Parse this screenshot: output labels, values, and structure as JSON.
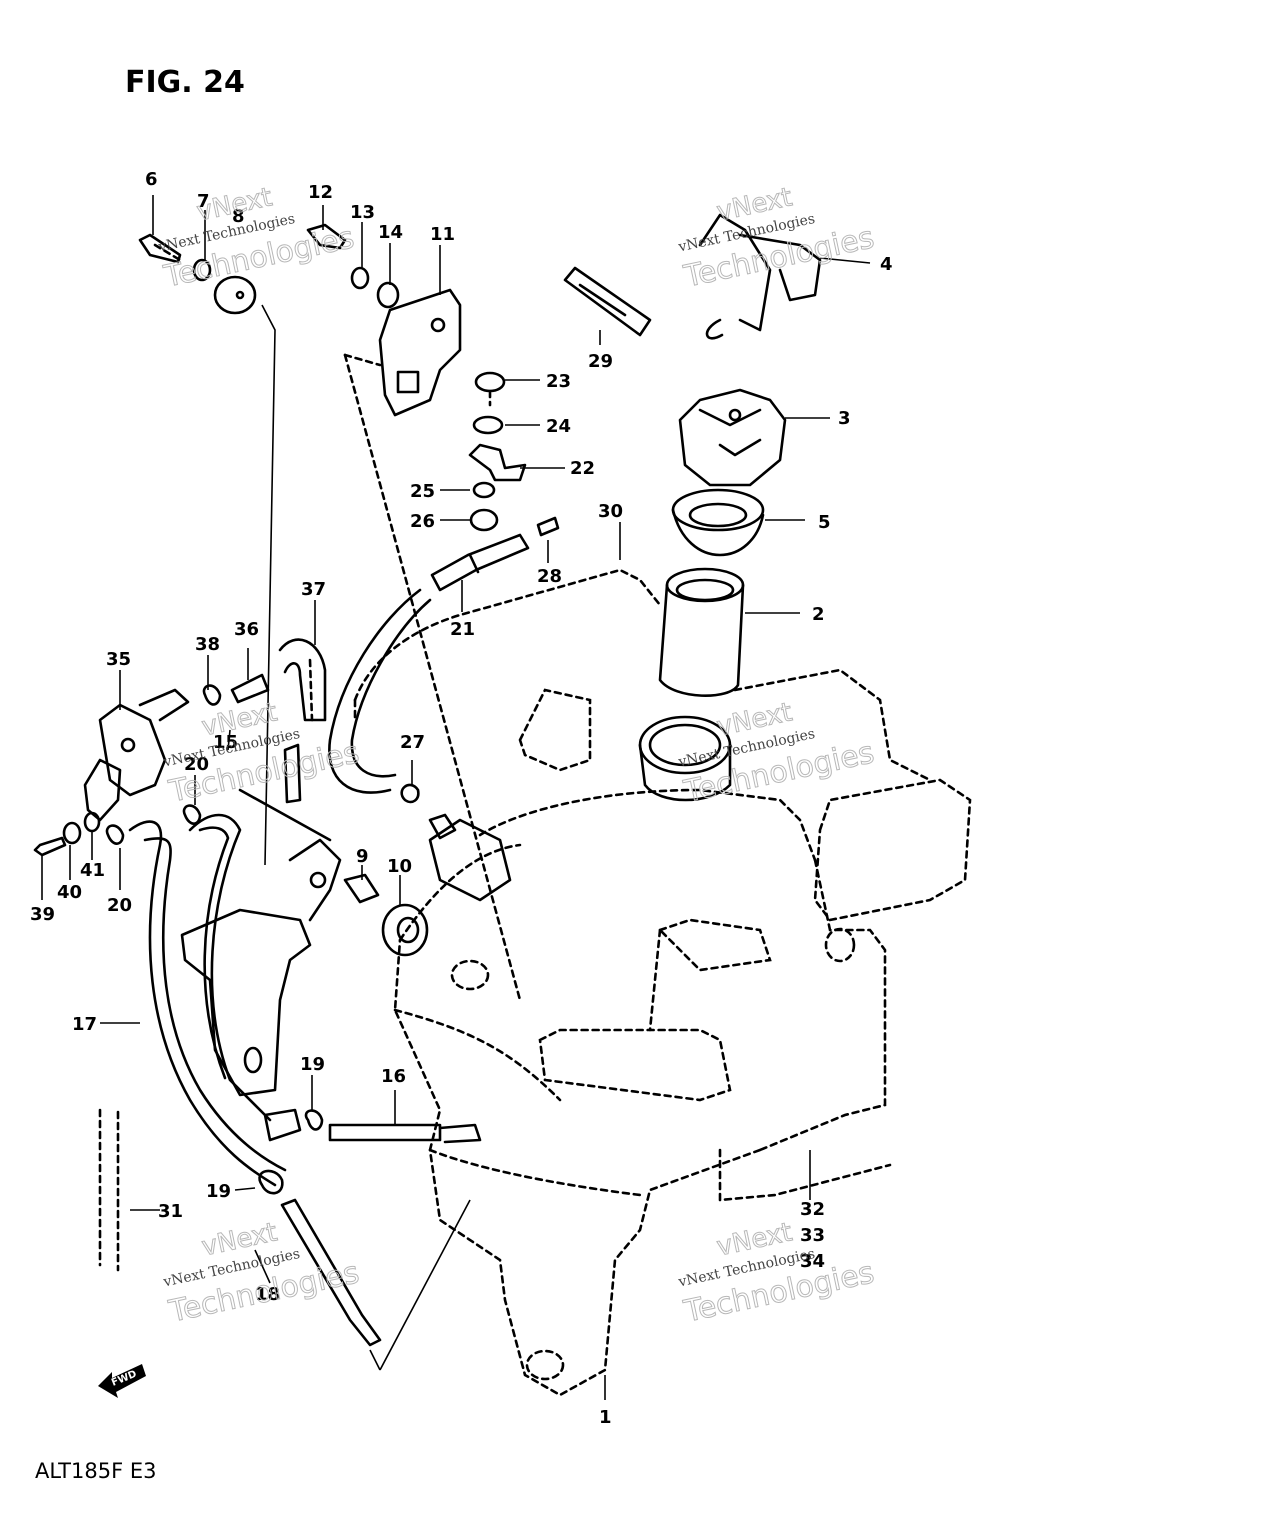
{
  "figure": {
    "title": "FIG. 24",
    "model_code": "ALT185F E3",
    "forward_arrow_label": "FWD"
  },
  "watermark": {
    "line1": "vNext",
    "line2": "vNext Technologies",
    "line3": "Technologies"
  },
  "callouts": [
    {
      "id": "c1",
      "text": "1"
    },
    {
      "id": "c2",
      "text": "2"
    },
    {
      "id": "c3",
      "text": "3"
    },
    {
      "id": "c4",
      "text": "4"
    },
    {
      "id": "c5",
      "text": "5"
    },
    {
      "id": "c6",
      "text": "6"
    },
    {
      "id": "c7",
      "text": "7"
    },
    {
      "id": "c8",
      "text": "8"
    },
    {
      "id": "c9",
      "text": "9"
    },
    {
      "id": "c10",
      "text": "10"
    },
    {
      "id": "c11",
      "text": "11"
    },
    {
      "id": "c12",
      "text": "12"
    },
    {
      "id": "c13",
      "text": "13"
    },
    {
      "id": "c14",
      "text": "14"
    },
    {
      "id": "c15",
      "text": "15"
    },
    {
      "id": "c16",
      "text": "16"
    },
    {
      "id": "c17",
      "text": "17"
    },
    {
      "id": "c18",
      "text": "18"
    },
    {
      "id": "c19a",
      "text": "19"
    },
    {
      "id": "c19b",
      "text": "19"
    },
    {
      "id": "c20a",
      "text": "20"
    },
    {
      "id": "c20b",
      "text": "20"
    },
    {
      "id": "c21",
      "text": "21"
    },
    {
      "id": "c22",
      "text": "22"
    },
    {
      "id": "c23",
      "text": "23"
    },
    {
      "id": "c24",
      "text": "24"
    },
    {
      "id": "c25",
      "text": "25"
    },
    {
      "id": "c26",
      "text": "26"
    },
    {
      "id": "c27",
      "text": "27"
    },
    {
      "id": "c28",
      "text": "28"
    },
    {
      "id": "c29",
      "text": "29"
    },
    {
      "id": "c30",
      "text": "30"
    },
    {
      "id": "c31",
      "text": "31"
    },
    {
      "id": "c32",
      "text": "32"
    },
    {
      "id": "c33",
      "text": "33"
    },
    {
      "id": "c34",
      "text": "34"
    },
    {
      "id": "c35",
      "text": "35"
    },
    {
      "id": "c36",
      "text": "36"
    },
    {
      "id": "c37",
      "text": "37"
    },
    {
      "id": "c38",
      "text": "38"
    },
    {
      "id": "c39",
      "text": "39"
    },
    {
      "id": "c40",
      "text": "40"
    },
    {
      "id": "c41",
      "text": "41"
    }
  ]
}
